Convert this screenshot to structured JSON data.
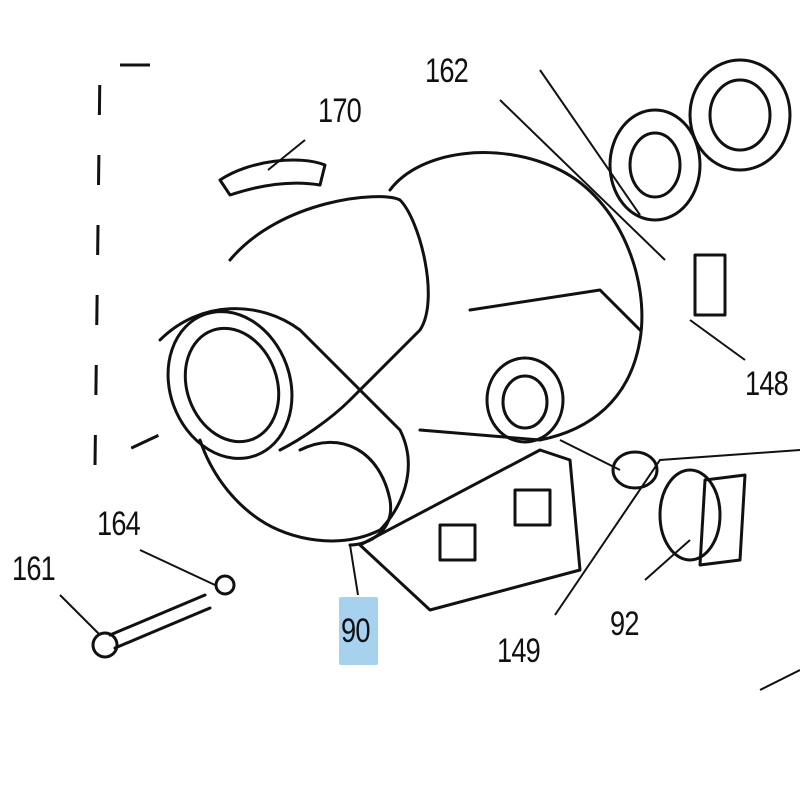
{
  "diagram": {
    "highlight_color": "#a6d2f0",
    "selected_part": "90",
    "parts": [
      {
        "id": "p162",
        "label": "162"
      },
      {
        "id": "p170",
        "label": "170"
      },
      {
        "id": "p148",
        "label": "148"
      },
      {
        "id": "p164",
        "label": "164"
      },
      {
        "id": "p161",
        "label": "161"
      },
      {
        "id": "p90",
        "label": "90"
      },
      {
        "id": "p149",
        "label": "149"
      },
      {
        "id": "p92",
        "label": "92"
      }
    ]
  }
}
